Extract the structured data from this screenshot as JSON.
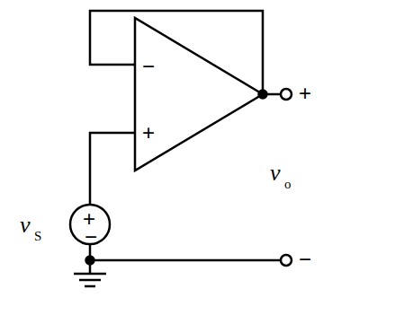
{
  "diagram": {
    "labels": [
      "−",
      "+",
      "+",
      "−",
      "v",
      "S",
      "+",
      "v",
      "o",
      "−"
    ]
  }
}
